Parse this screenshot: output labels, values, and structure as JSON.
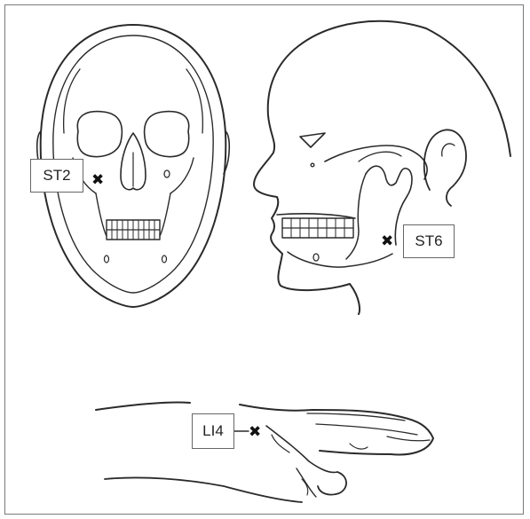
{
  "points": {
    "st2": {
      "label": "ST2"
    },
    "st6": {
      "label": "ST6"
    },
    "li4": {
      "label": "LI4"
    }
  },
  "marker_symbol": "✖"
}
